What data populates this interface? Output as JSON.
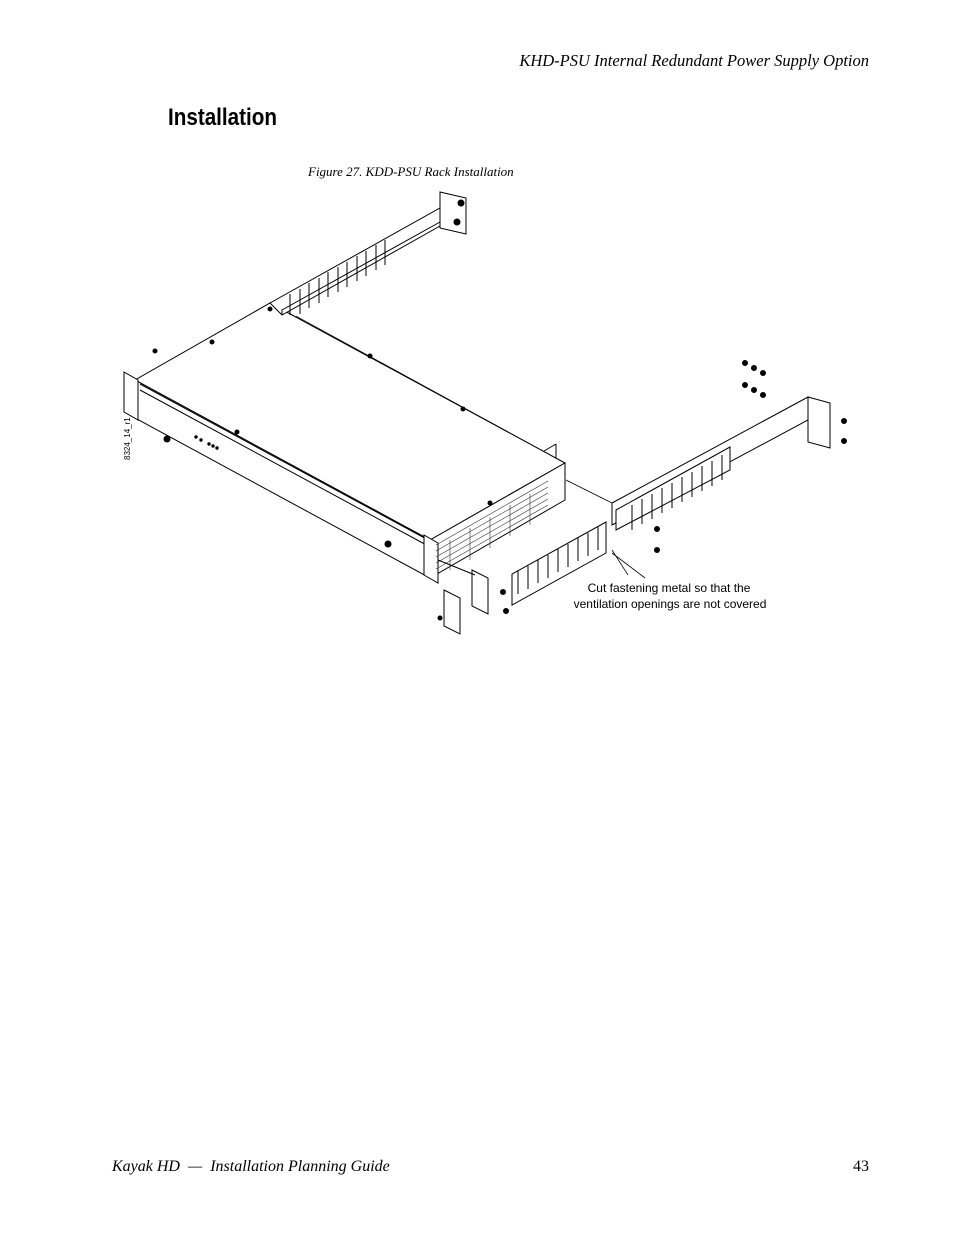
{
  "header": {
    "running_title": "KHD-PSU Internal Redundant Power Supply Option"
  },
  "section": {
    "heading": "Installation"
  },
  "figure": {
    "caption": "Figure 27.  KDD-PSU Rack Installation",
    "drawing_id": "8324_14_r1",
    "callout_line1": "Cut fastening metal so that the",
    "callout_line2": "ventilation  openings are not covered"
  },
  "footer": {
    "guide_title": "Kayak HD  —  Installation Planning Guide",
    "page_number": "43"
  }
}
